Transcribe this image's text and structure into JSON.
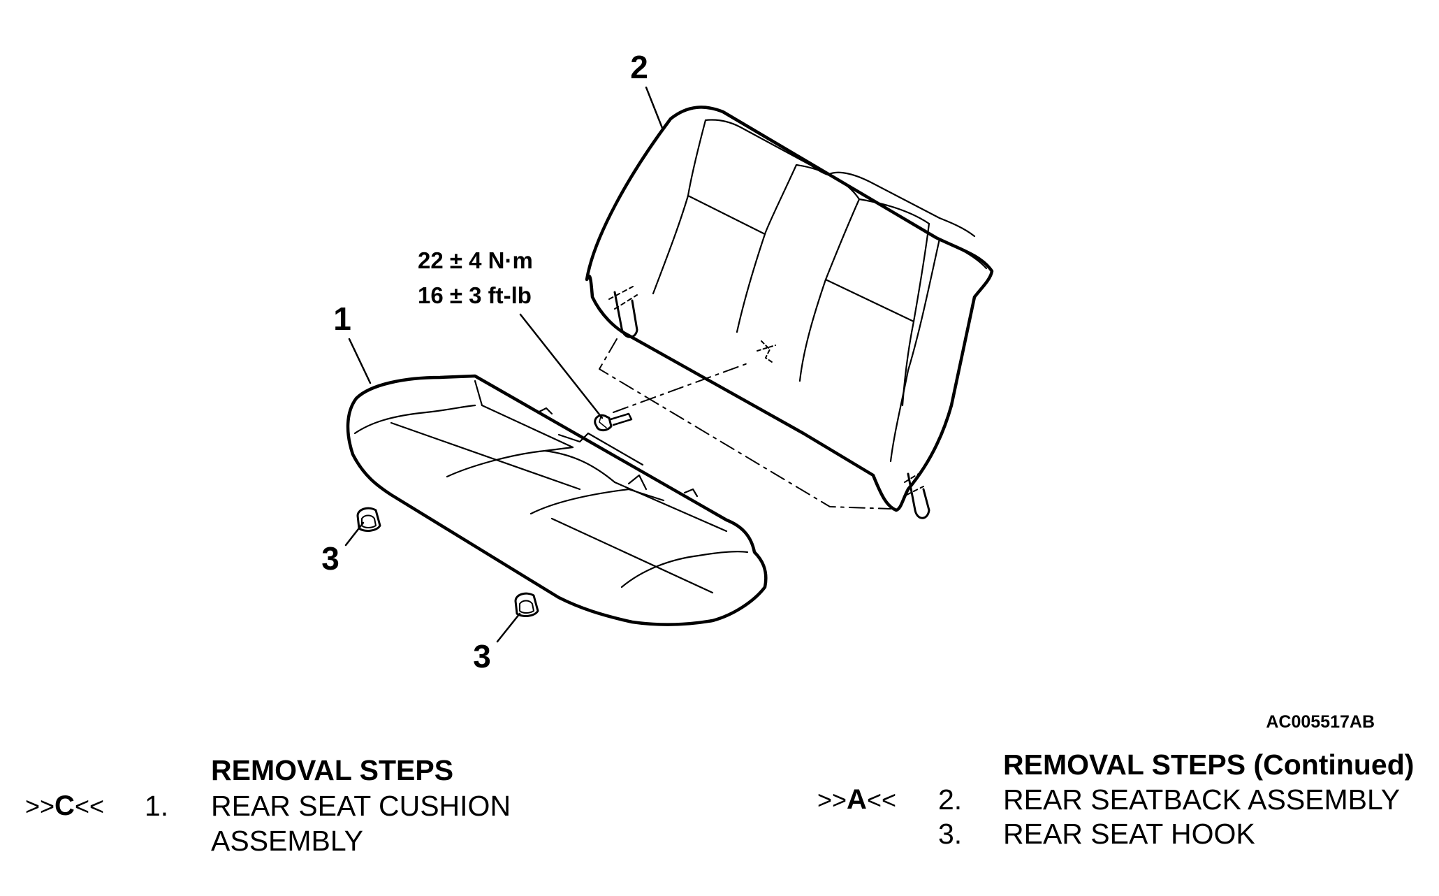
{
  "figure": {
    "callouts": {
      "c1": "1",
      "c2": "2",
      "c3a": "3",
      "c3b": "3"
    },
    "torque": {
      "metric": "22 ± 4 N·m",
      "imperial": "16 ± 3 ft-lb"
    },
    "figure_id": "AC005517AB"
  },
  "steps_left": {
    "heading": "REMOVAL STEPS",
    "marker_prefix": ">>",
    "marker_letter": "C",
    "marker_suffix": "<<",
    "number": "1.",
    "line1": "REAR SEAT CUSHION",
    "line2": "ASSEMBLY"
  },
  "steps_right": {
    "heading": "REMOVAL STEPS (Continued)",
    "marker_prefix": ">>",
    "marker_letter": "A",
    "marker_suffix": "<<",
    "item2_number": "2.",
    "item2_text": "REAR SEATBACK ASSEMBLY",
    "item3_number": "3.",
    "item3_text": "REAR SEAT HOOK"
  }
}
